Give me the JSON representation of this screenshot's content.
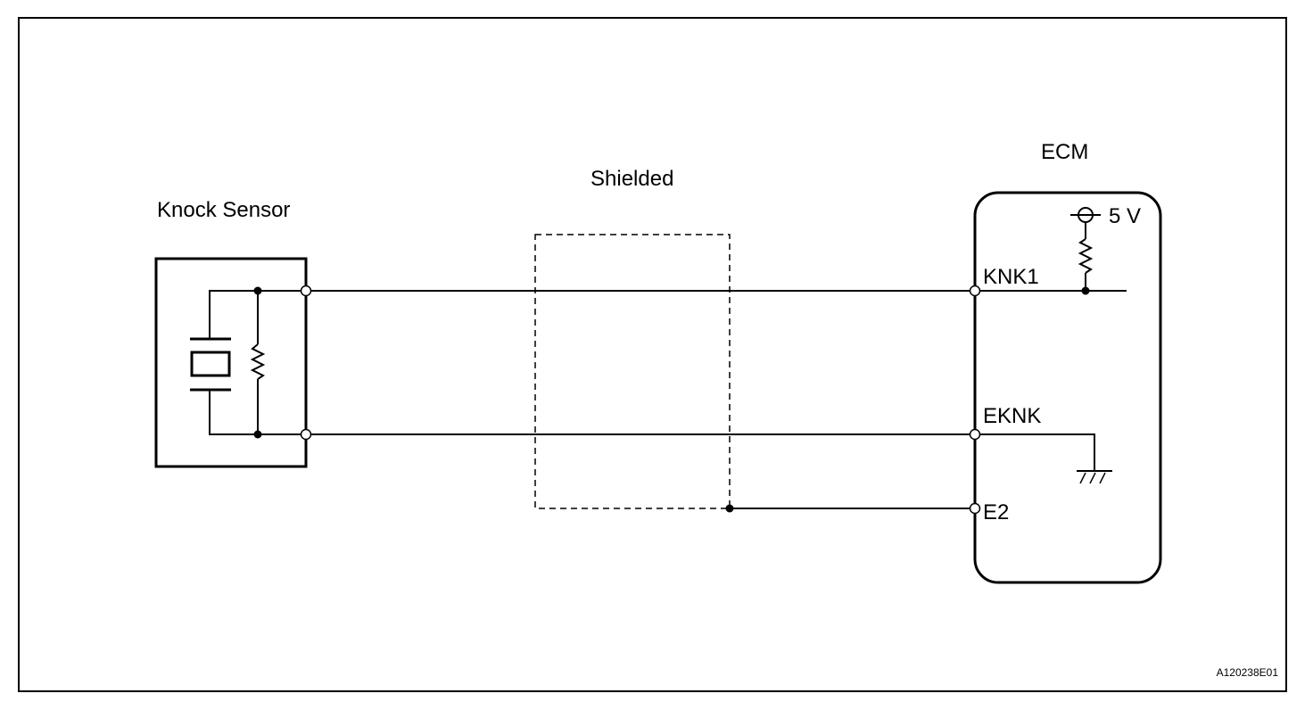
{
  "diagram": {
    "labels": {
      "knock_sensor": "Knock Sensor",
      "shielded": "Shielded",
      "ecm": "ECM",
      "supply": "5 V",
      "pin_knk1": "KNK1",
      "pin_eknk": "EKNK",
      "pin_e2": "E2"
    },
    "figure_id": "A120238E01"
  }
}
